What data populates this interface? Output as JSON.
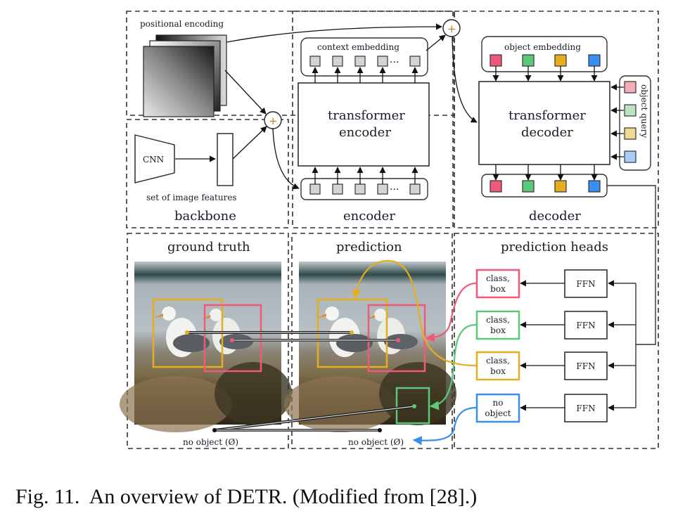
{
  "figure": {
    "caption": "Fig. 11.  An overview of DETR. (Modified from [28].)",
    "colors": {
      "red": "#f05a78",
      "green": "#5cc87a",
      "yellow": "#e6ad1e",
      "blue": "#3a8ef0",
      "red_light": "#f7aab8",
      "green_light": "#b8e4c2",
      "yellow_light": "#f3d890",
      "blue_light": "#a8cdf8",
      "gray_token": "#d4d4d4"
    },
    "backbone": {
      "section_label": "backbone",
      "positional_encoding_label": "positional encoding",
      "cnn_label": "CNN",
      "features_label": "set of image features"
    },
    "encoder": {
      "section_label": "encoder",
      "context_embedding_label": "context embedding",
      "block_label_line1": "transformer",
      "block_label_line2": "encoder",
      "ellipsis": "···"
    },
    "decoder": {
      "section_label": "decoder",
      "object_embedding_label": "object embedding",
      "object_query_label": "object query",
      "block_label_line1": "transformer",
      "block_label_line2": "decoder"
    },
    "ground_truth": {
      "section_label": "ground truth",
      "no_object_label": "no object (Ø)"
    },
    "prediction": {
      "section_label": "prediction",
      "no_object_label": "no object (Ø)"
    },
    "prediction_heads": {
      "section_label": "prediction heads",
      "ffn_label": "FFN",
      "outputs": [
        {
          "line1": "class,",
          "line2": "box",
          "color": "red"
        },
        {
          "line1": "class,",
          "line2": "box",
          "color": "green"
        },
        {
          "line1": "class,",
          "line2": "box",
          "color": "yellow"
        },
        {
          "line1": "no",
          "line2": "object",
          "color": "blue"
        }
      ]
    },
    "plus_symbol": "+"
  }
}
